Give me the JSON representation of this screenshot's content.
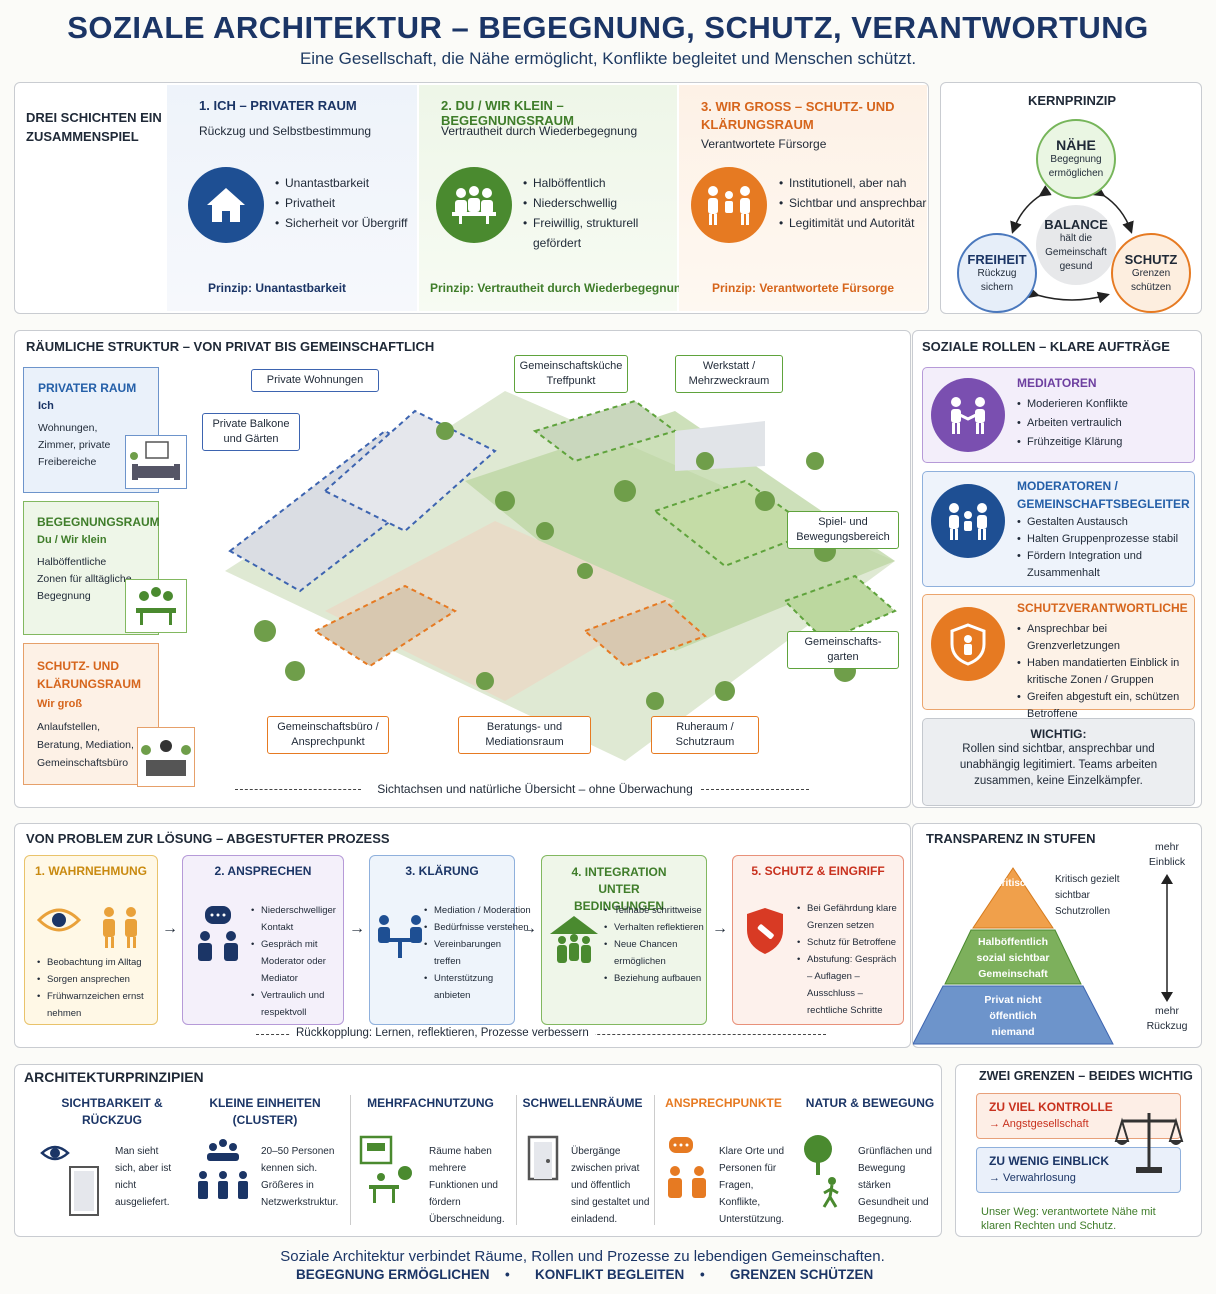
{
  "header": {
    "title": "SOZIALE ARCHITEKTUR – BEGEGNUNG, SCHUTZ, VERANTWORTUNG",
    "subtitle": "Eine Gesellschaft, die Nähe ermöglicht, Konflikte begleitet und Menschen schützt."
  },
  "layers": {
    "intro": "DREI SCHICHTEN EIN ZUSAMMENSPIEL",
    "items": [
      {
        "title": "1. ICH – PRIVATER RAUM",
        "subtitle": "Rückzug und Selbstbestimmung",
        "bullets": [
          "Unantastbarkeit",
          "Privatheit",
          "Sicherheit vor Übergriff"
        ],
        "principle": "Prinzip: Unantastbarkeit",
        "icon": "house-icon",
        "color": "#1e4f93"
      },
      {
        "title": "2. DU / WIR KLEIN – BEGEGNUNGSRAUM",
        "subtitle": "Vertrautheit durch Wiederbegegnung",
        "bullets": [
          "Halböffentlich",
          "Niederschwellig",
          "Freiwillig, strukturell gefördert"
        ],
        "principle": "Prinzip: Vertrautheit durch Wiederbegegnung",
        "icon": "group-table-icon",
        "color": "#4a8a2f"
      },
      {
        "title": "3. WIR GROSS – SCHUTZ- UND KLÄRUNGSRAUM",
        "subtitle": "Verantwortete Fürsorge",
        "bullets": [
          "Institutionell, aber nah",
          "Sichtbar und ansprechbar",
          "Legitimität und Autorität"
        ],
        "principle": "Prinzip: Verantwortete Fürsorge",
        "icon": "people-handshake-icon",
        "color": "#e67a22"
      }
    ]
  },
  "core": {
    "title": "KERNPRINZIP",
    "naehe": {
      "title": "NÄHE",
      "text": "Begegnung ermöglichen"
    },
    "balance": {
      "title": "BALANCE",
      "text": "hält die Gemeinschaft gesund"
    },
    "freiheit": {
      "title": "FREIHEIT",
      "text": "Rückzug sichern"
    },
    "schutz": {
      "title": "SCHUTZ",
      "text": "Grenzen schützen"
    }
  },
  "spatial": {
    "title": "RÄUMLICHE STRUKTUR – VON PRIVAT BIS GEMEINSCHAFTLICH",
    "boxes": [
      {
        "title": "PRIVATER RAUM",
        "sub": "Ich",
        "text": "Wohnungen, Zimmer, private Freibereiche"
      },
      {
        "title": "BEGEGNUNGSRAUM",
        "sub": "Du / Wir klein",
        "text": "Halböffentliche Zonen für alltägliche Begegnung"
      },
      {
        "title": "SCHUTZ- UND KLÄRUNGSRAUM",
        "sub": "Wir groß",
        "text": "Anlaufstellen, Beratung, Mediation, Gemeinschaftsbüro"
      }
    ],
    "labels": {
      "wohnungen": "Private Wohnungen",
      "balkone": "Private Balkone und Gärten",
      "kueche": "Gemeinschaftsküche Treffpunkt",
      "werkstatt": "Werkstatt / Mehrzweckraum",
      "spiel": "Spiel- und Bewegungsbereich",
      "garten": "Gemeinschafts-garten",
      "buero": "Gemeinschaftsbüro / Ansprechpunkt",
      "beratung": "Beratungs- und Mediationsraum",
      "ruheraum": "Ruheraum / Schutzraum"
    },
    "sightline": "Sichtachsen und natürliche Übersicht – ohne Überwachung"
  },
  "roles": {
    "title": "SOZIALE ROLLEN – KLARE AUFTRÄGE",
    "items": [
      {
        "title": "MEDIATOREN",
        "bullets": [
          "Moderieren Konflikte",
          "Arbeiten vertraulich",
          "Frühzeitige Klärung"
        ],
        "icon": "handshake-icon",
        "color": "#7a4fb0"
      },
      {
        "title": "MODERATOREN / GEMEINSCHAFTSBEGLEITER",
        "bullets": [
          "Gestalten Austausch",
          "Halten Gruppenprozesse stabil",
          "Fördern Integration und Zusammenhalt"
        ],
        "icon": "moderators-icon",
        "color": "#1e4f93"
      },
      {
        "title": "SCHUTZVERANTWORTLICHE",
        "bullets": [
          "Ansprechbar bei Grenzverletzungen",
          "Haben mandatierten Einblick in kritische Zonen / Gruppen",
          "Greifen abgestuft ein, schützen Betroffene"
        ],
        "icon": "shield-person-icon",
        "color": "#e67a22"
      }
    ],
    "important": {
      "title": "WICHTIG:",
      "text": "Rollen sind sichtbar, ansprechbar und unabhängig legitimiert. Teams arbeiten zusammen, keine Einzelkämpfer."
    }
  },
  "process": {
    "title": "VON PROBLEM ZUR LÖSUNG – ABGESTUFTER PROZESS",
    "steps": [
      {
        "title": "1. WAHRNEHMUNG",
        "bullets": [
          "Beobachtung im Alltag",
          "Sorgen ansprechen",
          "Frühwarnzeichen ernst nehmen"
        ],
        "icon": "eye-icon"
      },
      {
        "title": "2. ANSPRECHEN",
        "bullets": [
          "Niederschwelliger Kontakt",
          "Gespräch mit Moderator oder Mediator",
          "Vertraulich und respektvoll"
        ],
        "icon": "speech-icon"
      },
      {
        "title": "3. KLÄRUNG",
        "bullets": [
          "Mediation / Moderation",
          "Bedürfnisse verstehen",
          "Vereinbarungen treffen",
          "Unterstützung anbieten"
        ],
        "icon": "meeting-icon"
      },
      {
        "title": "4. INTEGRATION UNTER BEDINGUNGEN",
        "bullets": [
          "Teilhabe schrittweise",
          "Verhalten reflektieren",
          "Neue Chancen ermöglichen",
          "Beziehung aufbauen"
        ],
        "icon": "integration-icon"
      },
      {
        "title": "5. SCHUTZ & EINGRIFF",
        "bullets": [
          "Bei Gefährdung klare Grenzen setzen",
          "Schutz für Betroffene",
          "Abstufung: Gespräch – Auflagen – Ausschluss – rechtliche Schritte"
        ],
        "icon": "shield-icon"
      }
    ],
    "feedback": "Rückkopplung: Lernen, reflektieren, Prozesse verbessern"
  },
  "transparency": {
    "title": "TRANSPARENZ IN STUFEN",
    "top": {
      "label": "Kritisch",
      "note": "Kritisch gezielt sichtbar Schutzrollen"
    },
    "middle": "Halböffentlich sozial sichtbar Gemeinschaft",
    "bottom": "Privat nicht öffentlich niemand",
    "more_view": "mehr Einblick",
    "more_retreat": "mehr Rückzug"
  },
  "principles": {
    "title": "ARCHITEKTURPRINZIPIEN",
    "items": [
      {
        "title": "SICHTBARKEIT & RÜCKZUG",
        "text": "Man sieht sich, aber ist nicht ausgeliefert."
      },
      {
        "title": "KLEINE EINHEITEN (CLUSTER)",
        "text": "20–50 Personen kennen sich. Größeres in Netzwerkstruktur."
      },
      {
        "title": "MEHRFACHNUTZUNG",
        "text": "Räume haben mehrere Funktionen und fördern Überschneidung."
      },
      {
        "title": "SCHWELLENRÄUME",
        "text": "Übergänge zwischen privat und öffentlich sind gestaltet und einladend."
      },
      {
        "title": "ANSPRECHPUNKTE",
        "text": "Klare Orte und Personen für Fragen, Konflikte, Unterstützung."
      },
      {
        "title": "NATUR & BEWEGUNG",
        "text": "Grünflächen und Bewegung stärken Gesundheit und Begegnung."
      }
    ]
  },
  "limits": {
    "title": "ZWEI GRENZEN – BEIDES WICHTIG",
    "too_much": {
      "title": "ZU VIEL KONTROLLE",
      "text": "→ Angstgesellschaft"
    },
    "too_little": {
      "title": "ZU WENIG EINBLICK",
      "text": "→ Verwahrlosung"
    },
    "way": "Unser Weg: verantwortete Nähe mit klaren Rechten und Schutz."
  },
  "footer": {
    "line1": "Soziale Architektur verbindet Räume, Rollen und Prozesse zu lebendigen Gemeinschaften.",
    "items": [
      "BEGEGNUNG ERMÖGLICHEN",
      "KONFLIKT BEGLEITEN",
      "GRENZEN SCHÜTZEN"
    ]
  }
}
